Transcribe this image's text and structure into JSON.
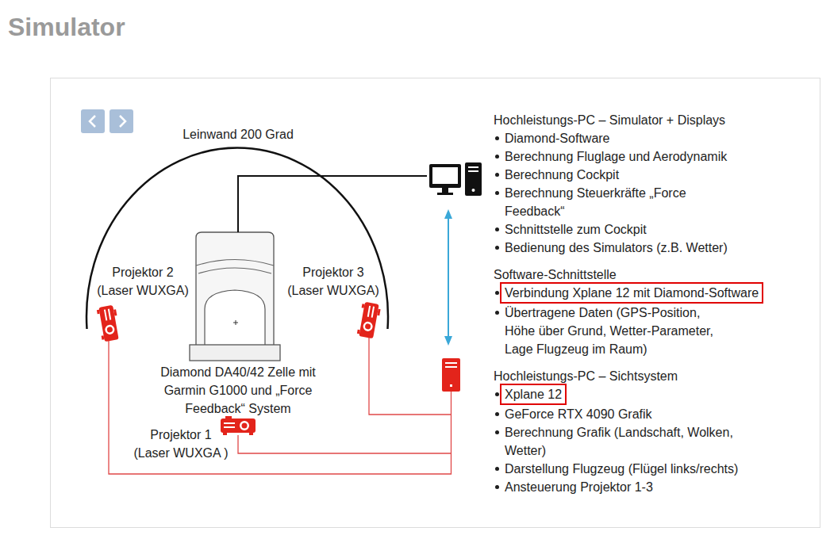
{
  "diagram": {
    "title": "Simulator",
    "nodes": [
      {
        "text": [
          "Projektor 2 (Laser WUXGA)"
        ]
      },
      {
        "text": [
          "Projektor 3 (Laser WUXGA)"
        ]
      },
      {
        "text": [
          "Diamond DA40/42 Zelle mit Garmin G1000 und „Force Feedback“ System"
        ]
      },
      {
        "text": [
          "Projektor 1 (Laser WUXGA )"
        ]
      },
      {
        "text": [
          "Verbindung Xplane 12 mit Diamond-Software"
        ]
      },
      {
        "text": [
          "Xplane 12"
        ]
      }
    ],
    "labels": [
      "Leinwand 200 Grad",
      "Hochleistungs-PC – Simulator + Displays",
      "Diamond-Software",
      "Berechnung Fluglage und Aerodynamik",
      "Berechnung Cockpit",
      "Berechnung Steuerkräfte „Force Feedback“",
      "Schnittstelle zum Cockpit",
      "Bedienung des Simulators (z.B. Wetter)",
      "Software-Schnittstelle",
      "Übertragene Daten (GPS-Position, Höhe über Grund, Wetter-Parameter, Lage Flugzeug im Raum)",
      "Hochleistungs-PC – Sichtsystem",
      "GeForce RTX 4090 Grafik",
      "Berechnung Grafik (Landschaft, Wolken, Wetter)",
      "Darstellung Flugzeug (Flügel links/rechts)",
      "Ansteuerung Projektor 1-3"
    ]
  }
}
